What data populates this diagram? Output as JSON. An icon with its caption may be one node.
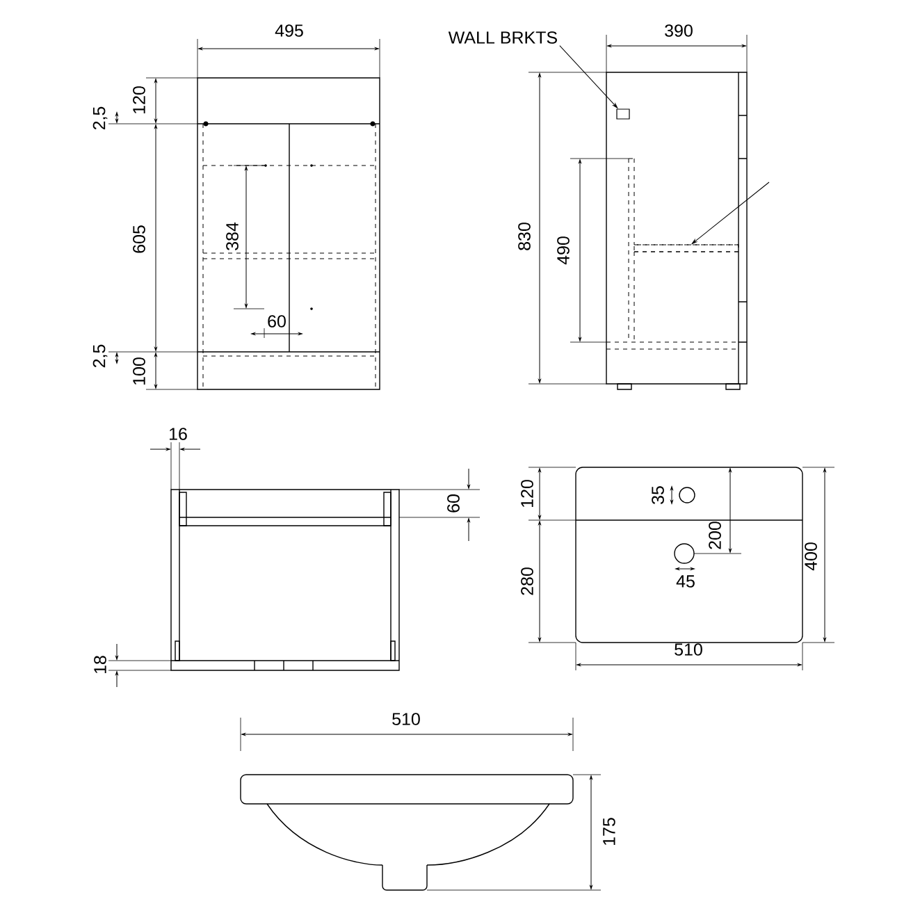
{
  "diagram": {
    "nodes": [
      {
        "text": [
          "WALL BRKTS"
        ]
      },
      {
        "text": [],
        "shape": "box"
      },
      {
        "text": [],
        "shape": "bar"
      }
    ],
    "edges": [
      {
        "from": 0,
        "to": 1,
        "arrow": "to"
      },
      {
        "from": null,
        "to": 2,
        "arrow": "to"
      }
    ],
    "labels": [
      "495",
      "120",
      "2,5",
      "605",
      "384",
      "60",
      "2,5",
      "100",
      "390",
      "830",
      "490",
      "16",
      "60",
      "18",
      "120",
      "35",
      "200",
      "280",
      "400",
      "45",
      "510",
      "510",
      "175"
    ]
  }
}
